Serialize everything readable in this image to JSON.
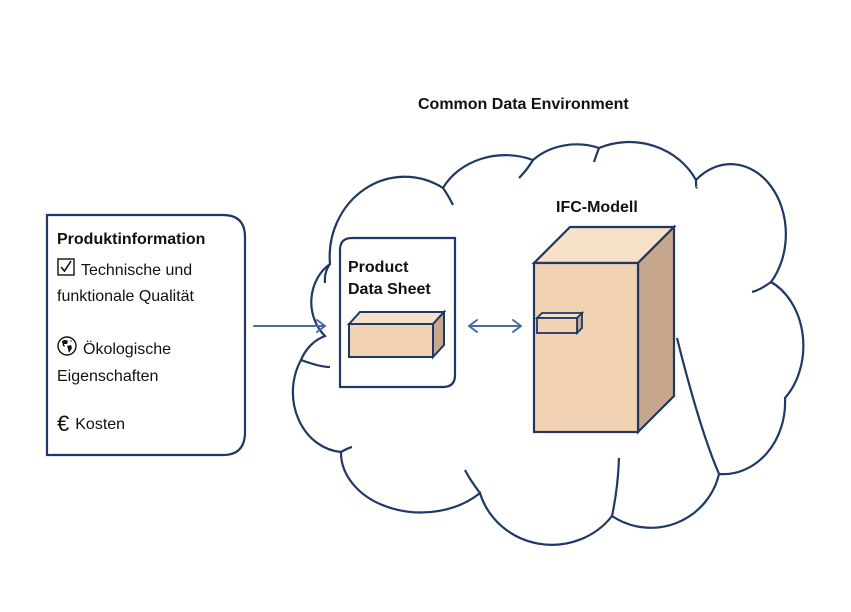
{
  "diagram": {
    "title": "Common Data Environment",
    "product_information": {
      "heading": "Produktinformation",
      "items": [
        {
          "icon": "checkbox-checked-icon",
          "line1": "Technische und",
          "line2": "funktionale Qualität"
        },
        {
          "icon": "globe-icon",
          "line1": "Ökologische",
          "line2": "Eigenschaften"
        },
        {
          "icon": "euro-icon",
          "symbol": "€",
          "line1": "Kosten"
        }
      ]
    },
    "product_data_sheet": {
      "line1": "Product",
      "line2": "Data Sheet"
    },
    "ifc_model": {
      "label": "IFC-Modell"
    },
    "connections": [
      {
        "from": "Produktinformation",
        "to": "Product Data Sheet",
        "type": "one-way"
      },
      {
        "from": "Product Data Sheet",
        "to": "IFC-Modell",
        "type": "two-way"
      }
    ],
    "colors": {
      "outline": "#1f3864",
      "arrow": "#4a6aa5",
      "box_front": "#f1d3b3",
      "box_top": "#f6e0c8",
      "box_side": "#c8a88c"
    }
  }
}
